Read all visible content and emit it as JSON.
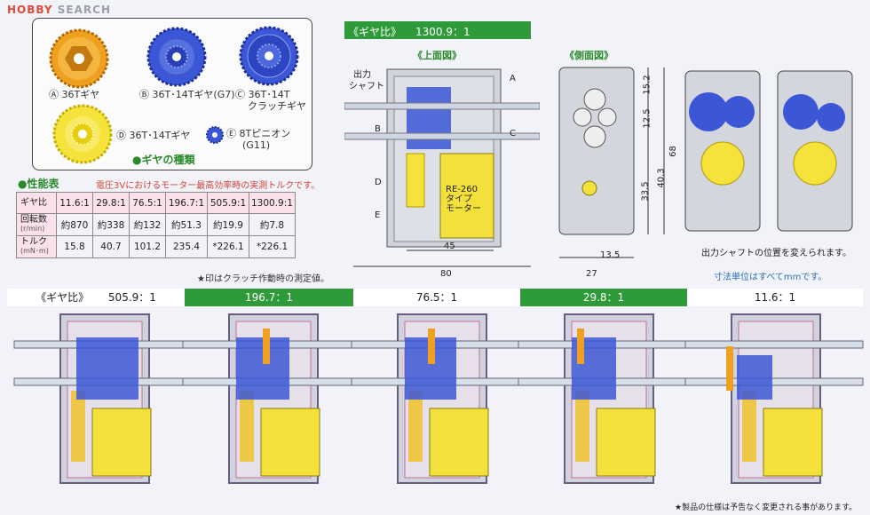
{
  "logo": {
    "brand": "HOBBY",
    "brand_suffix": "SEARCH"
  },
  "gears": {
    "a": "Ⓐ 36Tギヤ",
    "b": "Ⓑ 36T･14Tギヤ(G7)",
    "c1": "Ⓒ 36T･14T",
    "c2": "クラッチギヤ",
    "d": "Ⓓ 36T･14Tギヤ",
    "e1": "Ⓔ 8Tピニオン",
    "e2": "(G11)",
    "kind": "●ギヤの種類"
  },
  "spec": {
    "title": "●性能表",
    "note": "電圧3Vにおけるモーター最高効率時の実測トルクです。",
    "row_labels": {
      "ratio": "ギヤ比",
      "rpm": "回転数",
      "rpm_unit": "(r/min)",
      "torque": "トルク",
      "torque_unit": "(mN･m)"
    },
    "ratios": [
      "11.6:1",
      "29.8:1",
      "76.5:1",
      "196.7:1",
      "505.9:1",
      "1300.9:1"
    ],
    "rpm": [
      "約870",
      "約338",
      "約132",
      "約51.3",
      "約19.9",
      "約7.8"
    ],
    "torque": [
      "15.8",
      "40.7",
      "101.2",
      "235.4",
      "*226.1",
      "*226.1"
    ],
    "footnote": "★印はクラッチ作動時の測定値。"
  },
  "top_bar": {
    "label": "《ギヤ比》",
    "value": "1300.9：1"
  },
  "views": {
    "top": "《上面図》",
    "side": "《側面図》"
  },
  "top_view": {
    "output_shaft1": "出力",
    "output_shaft2": "シャフト",
    "letters": [
      "A",
      "B",
      "C",
      "D",
      "E"
    ],
    "motor1": "RE-260",
    "motor2": "タイプ",
    "motor3": "モーター",
    "dim_45": "45",
    "dim_80": "80"
  },
  "side_view": {
    "dim_15_2": "15.2",
    "dim_12_5": "12.5",
    "dim_33_5": "33.5",
    "dim_40_3": "40.3",
    "dim_68": "68",
    "dim_13_5": "13.5",
    "dim_27": "27"
  },
  "notes": {
    "output_position": "出力シャフトの位置を変えられます。",
    "units": "寸法単位はすべてmmです。",
    "footer": "★製品の仕様は予告なく変更される事があります。"
  },
  "bottom_bar": {
    "label": "《ギヤ比》",
    "values": [
      "505.9：1",
      "196.7：1",
      "76.5：1",
      "29.8：1",
      "11.6：1"
    ]
  },
  "colors": {
    "green": "#2f9a3a",
    "gear_orange": "#f0a020",
    "gear_blue": "#3b57d6",
    "gear_yellow": "#f5e23a",
    "pink": "#fbe1ea",
    "motor_yellow": "#f3e03a"
  }
}
